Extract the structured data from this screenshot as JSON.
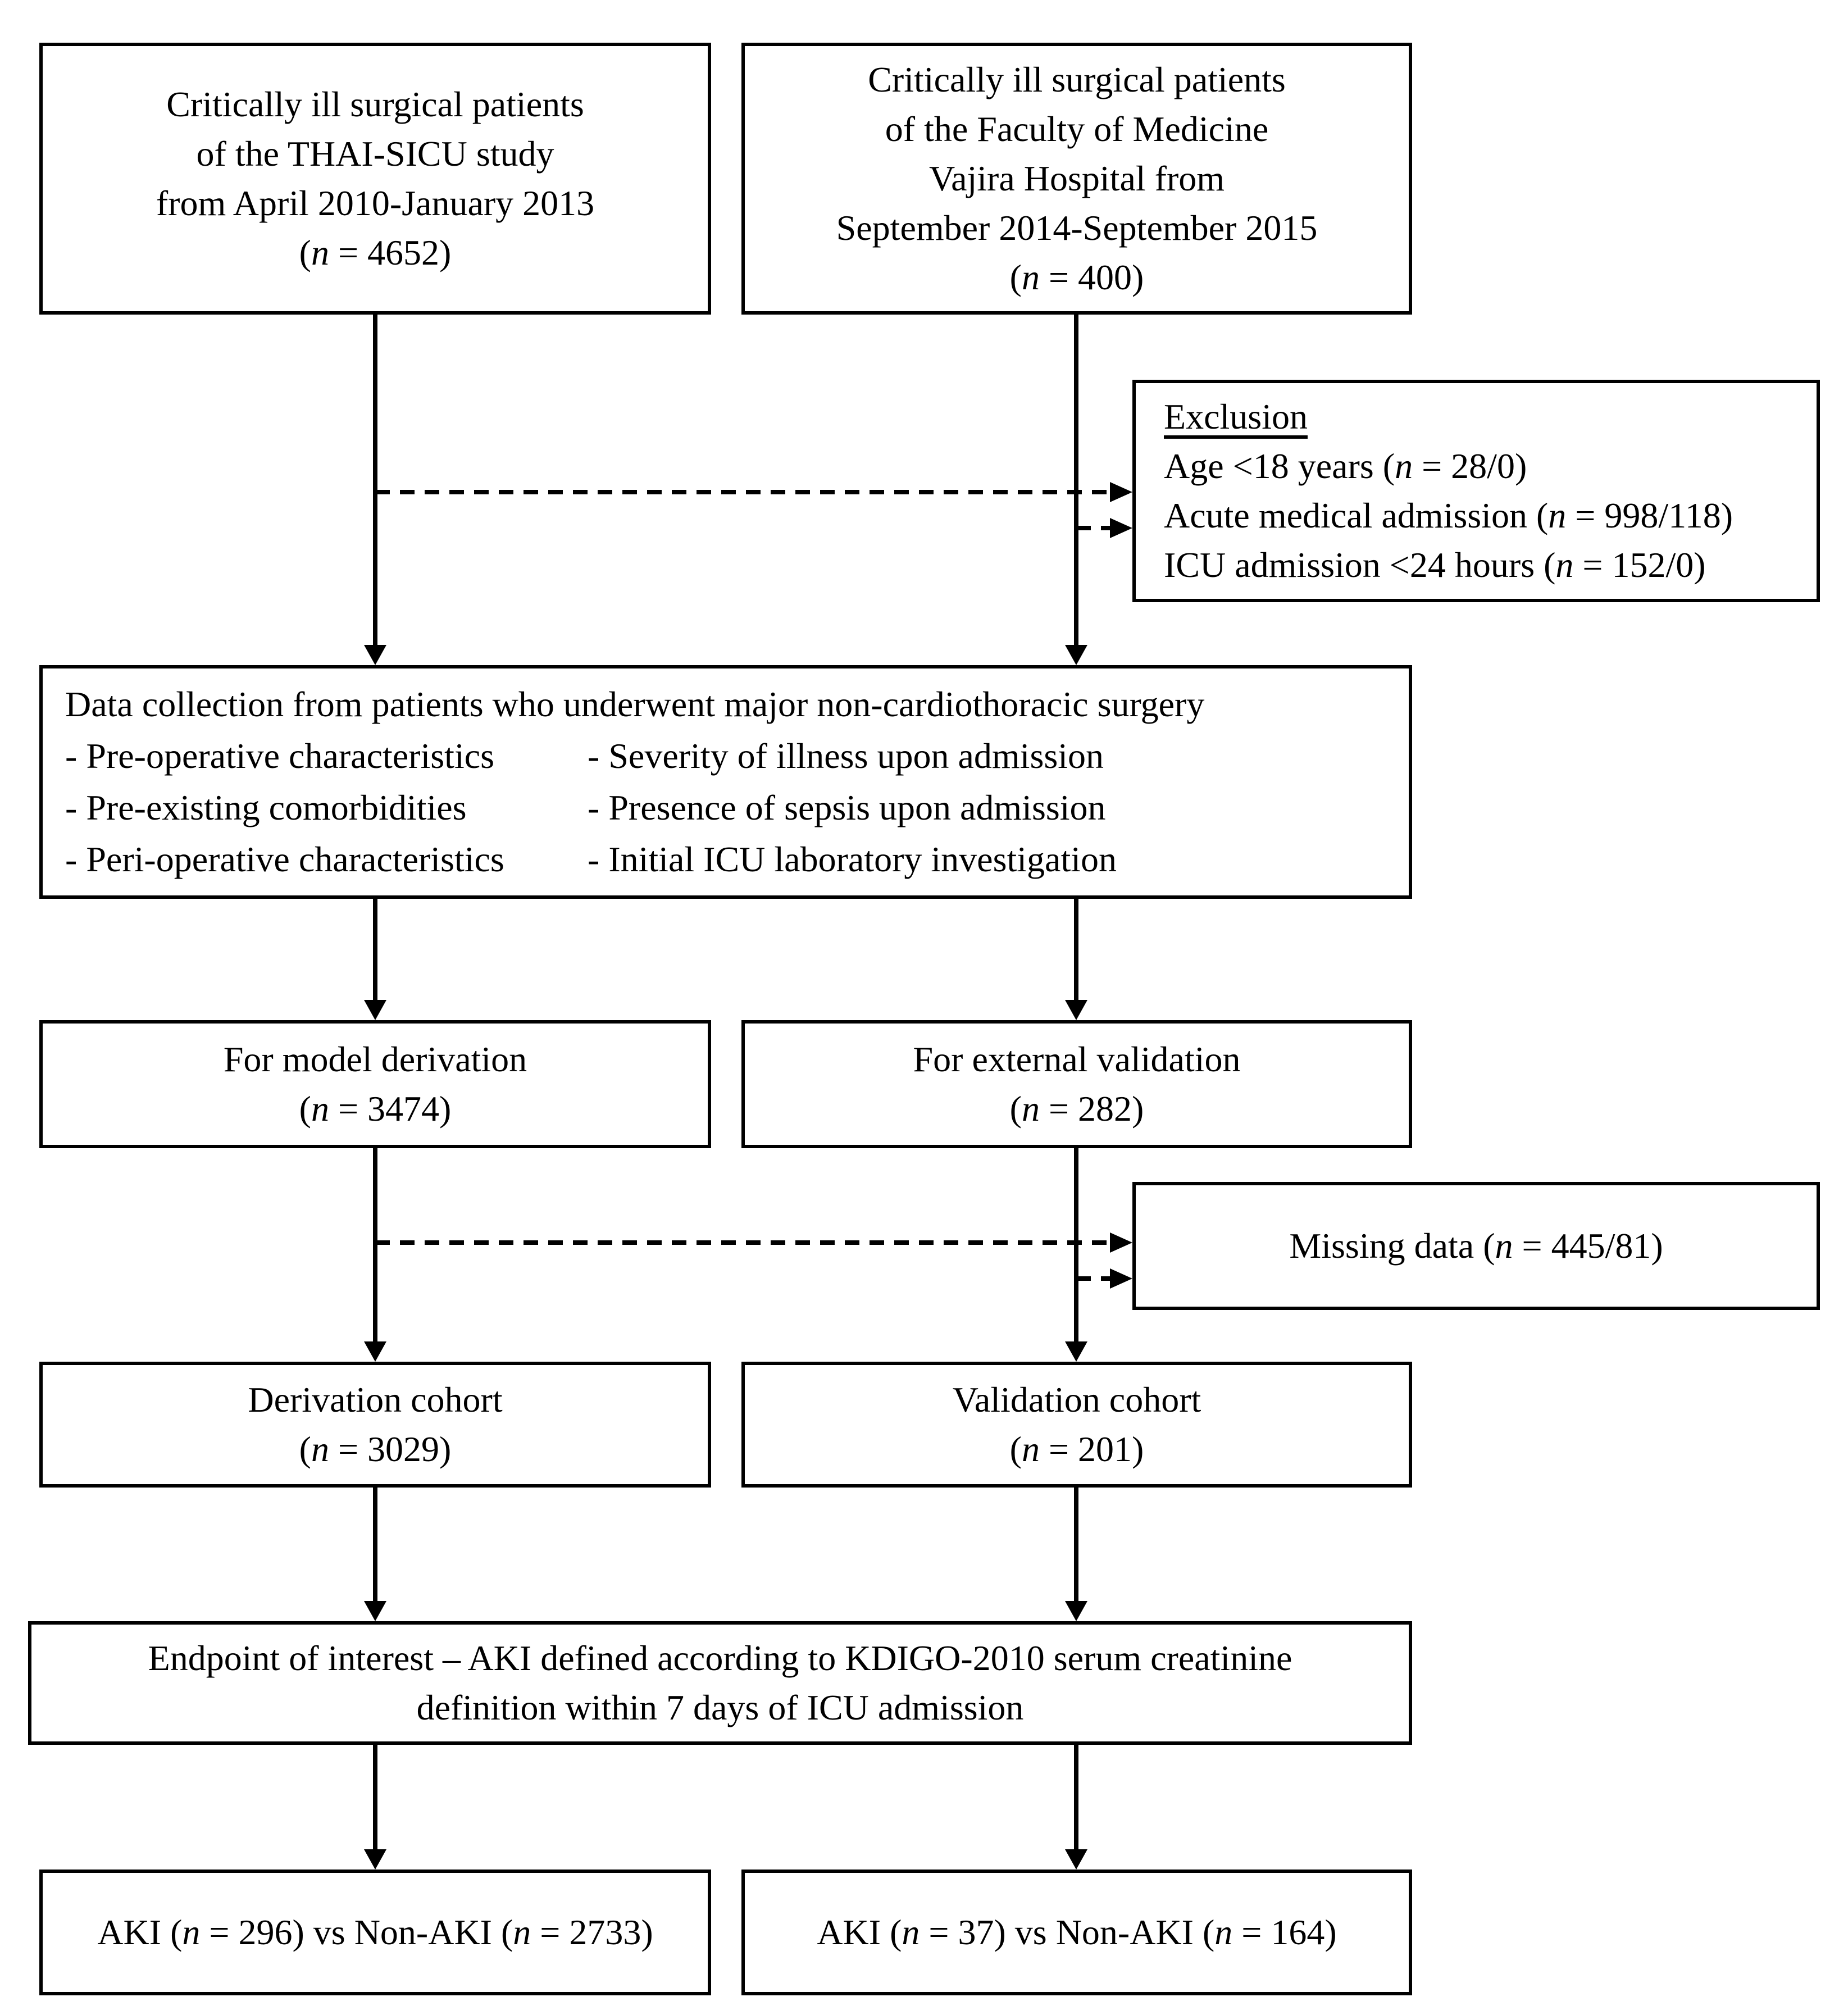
{
  "diagram": {
    "colors": {
      "line": "#000000",
      "background": "#ffffff",
      "text": "#000000"
    },
    "boxes": {
      "thai_sicu": {
        "lines": [
          [
            [
              "n",
              "Critically ill surgical patients"
            ]
          ],
          [
            [
              "n",
              "of the THAI-SICU study"
            ]
          ],
          [
            [
              "n",
              "from April 2010-January 2013"
            ]
          ],
          [
            [
              "n",
              "("
            ],
            [
              "i",
              "n"
            ],
            [
              "n",
              " = 4652)"
            ]
          ]
        ]
      },
      "vajira": {
        "lines": [
          [
            [
              "n",
              "Critically ill surgical patients"
            ]
          ],
          [
            [
              "n",
              "of the Faculty of Medicine"
            ]
          ],
          [
            [
              "n",
              "Vajira Hospital from"
            ]
          ],
          [
            [
              "n",
              "September 2014-September 2015"
            ]
          ],
          [
            [
              "n",
              "("
            ],
            [
              "i",
              "n"
            ],
            [
              "n",
              " = 400)"
            ]
          ]
        ]
      },
      "exclusion": {
        "lines": [
          [
            [
              "u",
              "Exclusion"
            ]
          ],
          [
            [
              "n",
              "Age <18 years ("
            ],
            [
              "i",
              "n"
            ],
            [
              "n",
              " = 28/0)"
            ]
          ],
          [
            [
              "n",
              "Acute medical admission ("
            ],
            [
              "i",
              "n"
            ],
            [
              "n",
              " = 998/118)"
            ]
          ],
          [
            [
              "n",
              "ICU admission <24 hours ("
            ],
            [
              "i",
              "n"
            ],
            [
              "n",
              " = 152/0)"
            ]
          ]
        ]
      },
      "data_collection": {
        "title": [
          [
            "n",
            "Data collection from patients who underwent major non-cardiothoracic surgery"
          ]
        ],
        "rows": [
          {
            "left": [
              [
                "n",
                "- Pre-operative characteristics"
              ]
            ],
            "right": [
              [
                "n",
                "- Severity of illness upon admission"
              ]
            ]
          },
          {
            "left": [
              [
                "n",
                "- Pre-existing comorbidities"
              ]
            ],
            "right": [
              [
                "n",
                "- Presence of sepsis upon admission"
              ]
            ]
          },
          {
            "left": [
              [
                "n",
                "- Peri-operative characteristics"
              ]
            ],
            "right": [
              [
                "n",
                "- Initial ICU laboratory investigation"
              ]
            ]
          }
        ]
      },
      "model_derivation": {
        "lines": [
          [
            [
              "n",
              "For model derivation"
            ]
          ],
          [
            [
              "n",
              "("
            ],
            [
              "i",
              "n"
            ],
            [
              "n",
              " = 3474)"
            ]
          ]
        ]
      },
      "external_validation": {
        "lines": [
          [
            [
              "n",
              "For external validation"
            ]
          ],
          [
            [
              "n",
              "("
            ],
            [
              "i",
              "n"
            ],
            [
              "n",
              " = 282)"
            ]
          ]
        ]
      },
      "missing_data": {
        "lines": [
          [
            [
              "n",
              "Missing data ("
            ],
            [
              "i",
              "n"
            ],
            [
              "n",
              " = 445/81)"
            ]
          ]
        ]
      },
      "derivation_cohort": {
        "lines": [
          [
            [
              "n",
              "Derivation cohort"
            ]
          ],
          [
            [
              "n",
              "("
            ],
            [
              "i",
              "n"
            ],
            [
              "n",
              " = 3029)"
            ]
          ]
        ]
      },
      "validation_cohort": {
        "lines": [
          [
            [
              "n",
              "Validation cohort"
            ]
          ],
          [
            [
              "n",
              "("
            ],
            [
              "i",
              "n"
            ],
            [
              "n",
              " = 201)"
            ]
          ]
        ]
      },
      "endpoint": {
        "lines": [
          [
            [
              "n",
              "Endpoint of interest – AKI defined according to KDIGO-2010 serum creatinine"
            ]
          ],
          [
            [
              "n",
              "definition within 7 days of ICU admission"
            ]
          ]
        ]
      },
      "aki_derivation": {
        "lines": [
          [
            [
              "n",
              "AKI ("
            ],
            [
              "i",
              "n"
            ],
            [
              "n",
              " = 296) vs Non-AKI ("
            ],
            [
              "i",
              "n"
            ],
            [
              "n",
              " = 2733)"
            ]
          ]
        ]
      },
      "aki_validation": {
        "lines": [
          [
            [
              "n",
              "AKI ("
            ],
            [
              "i",
              "n"
            ],
            [
              "n",
              " = 37) vs Non-AKI ("
            ],
            [
              "i",
              "n"
            ],
            [
              "n",
              " = 164)"
            ]
          ]
        ]
      }
    }
  }
}
